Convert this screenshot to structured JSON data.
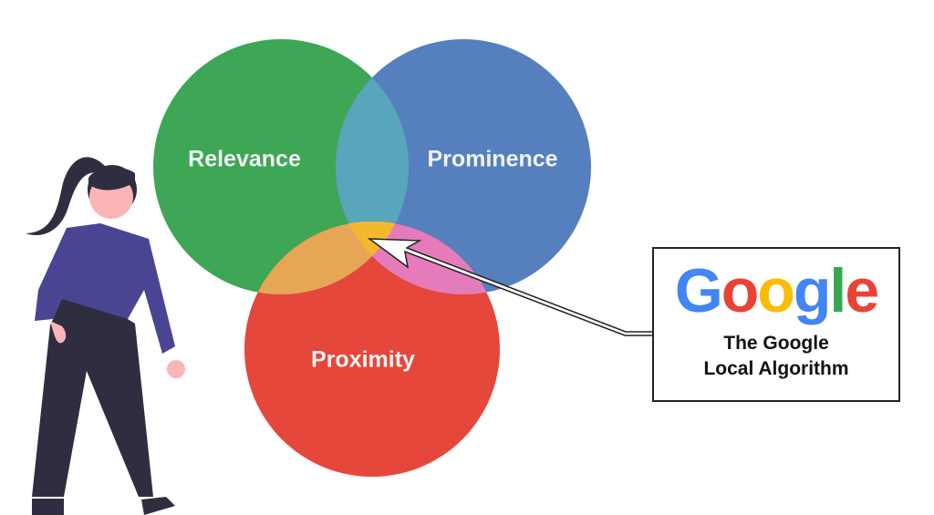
{
  "venn": {
    "circles": [
      {
        "label": "Relevance",
        "color": "#3da755"
      },
      {
        "label": "Prominence",
        "color": "#5580bd"
      },
      {
        "label": "Proximity",
        "color": "#e5473b"
      }
    ],
    "overlap_colors": {
      "relevance_prominence": "#57a6bb",
      "relevance_proximity": "#e6a655",
      "prominence_proximity": "#e57bbb",
      "center": "#f4b82f"
    }
  },
  "callout": {
    "logo": {
      "letters": [
        "G",
        "o",
        "o",
        "g",
        "l",
        "e"
      ],
      "colors": [
        "#4285f4",
        "#ea4335",
        "#fbbc05",
        "#4285f4",
        "#34a853",
        "#ea4335"
      ]
    },
    "line1": "The Google",
    "line2": "Local Algorithm"
  }
}
